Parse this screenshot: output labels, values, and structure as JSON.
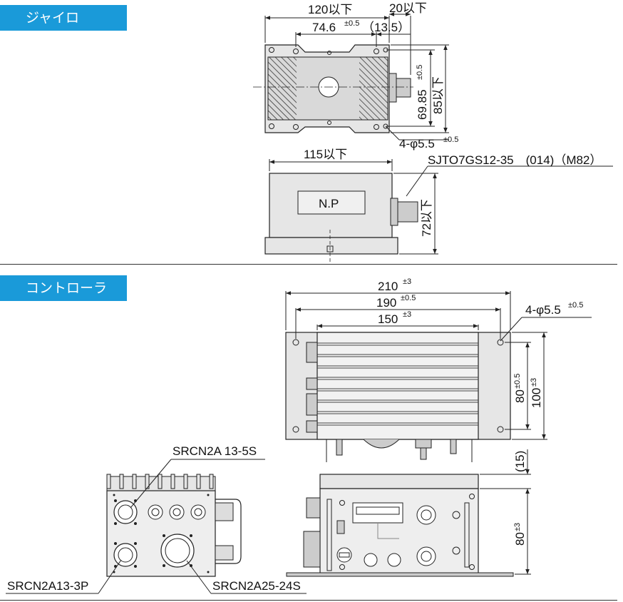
{
  "sections": {
    "gyro": {
      "title": "ジャイロ"
    },
    "controller": {
      "title": "コントローラ"
    }
  },
  "gyro": {
    "dim_width_total": "120以下",
    "dim_connector": "20以下",
    "dim_hole_pitch": "74.6",
    "dim_hole_pitch_tol": "±0.5",
    "dim_connector_ref": "（13.5）",
    "dim_hole_vertical": "69.85",
    "dim_hole_vertical_tol": "±0.5",
    "dim_height_total": "85以下",
    "dim_holes": "4-φ5.5",
    "dim_holes_tol": "±0.5",
    "dim_side_width": "115以下",
    "connector_label": "SJTO7GS12-35　(014)（M82）",
    "side_height": "72以下",
    "nameplate": "N.P"
  },
  "controller": {
    "dim_210": "210",
    "dim_210_tol": "±3",
    "dim_190": "190",
    "dim_190_tol": "±0.5",
    "dim_150": "150",
    "dim_150_tol": "±3",
    "dim_holes": "4-φ5.5",
    "dim_holes_tol": "±0.5",
    "dim_80": "80",
    "dim_80_tol": "±0.5",
    "dim_100": "100",
    "dim_100_tol": "±3",
    "dim_15": "(15)",
    "dim_front_80": "80",
    "dim_front_80_tol": "±3",
    "conn_13_5s": "SRCN2A 13-5S",
    "conn_13_3p": "SRCN2A13-3P",
    "conn_25_24s": "SRCN2A25-24S"
  }
}
